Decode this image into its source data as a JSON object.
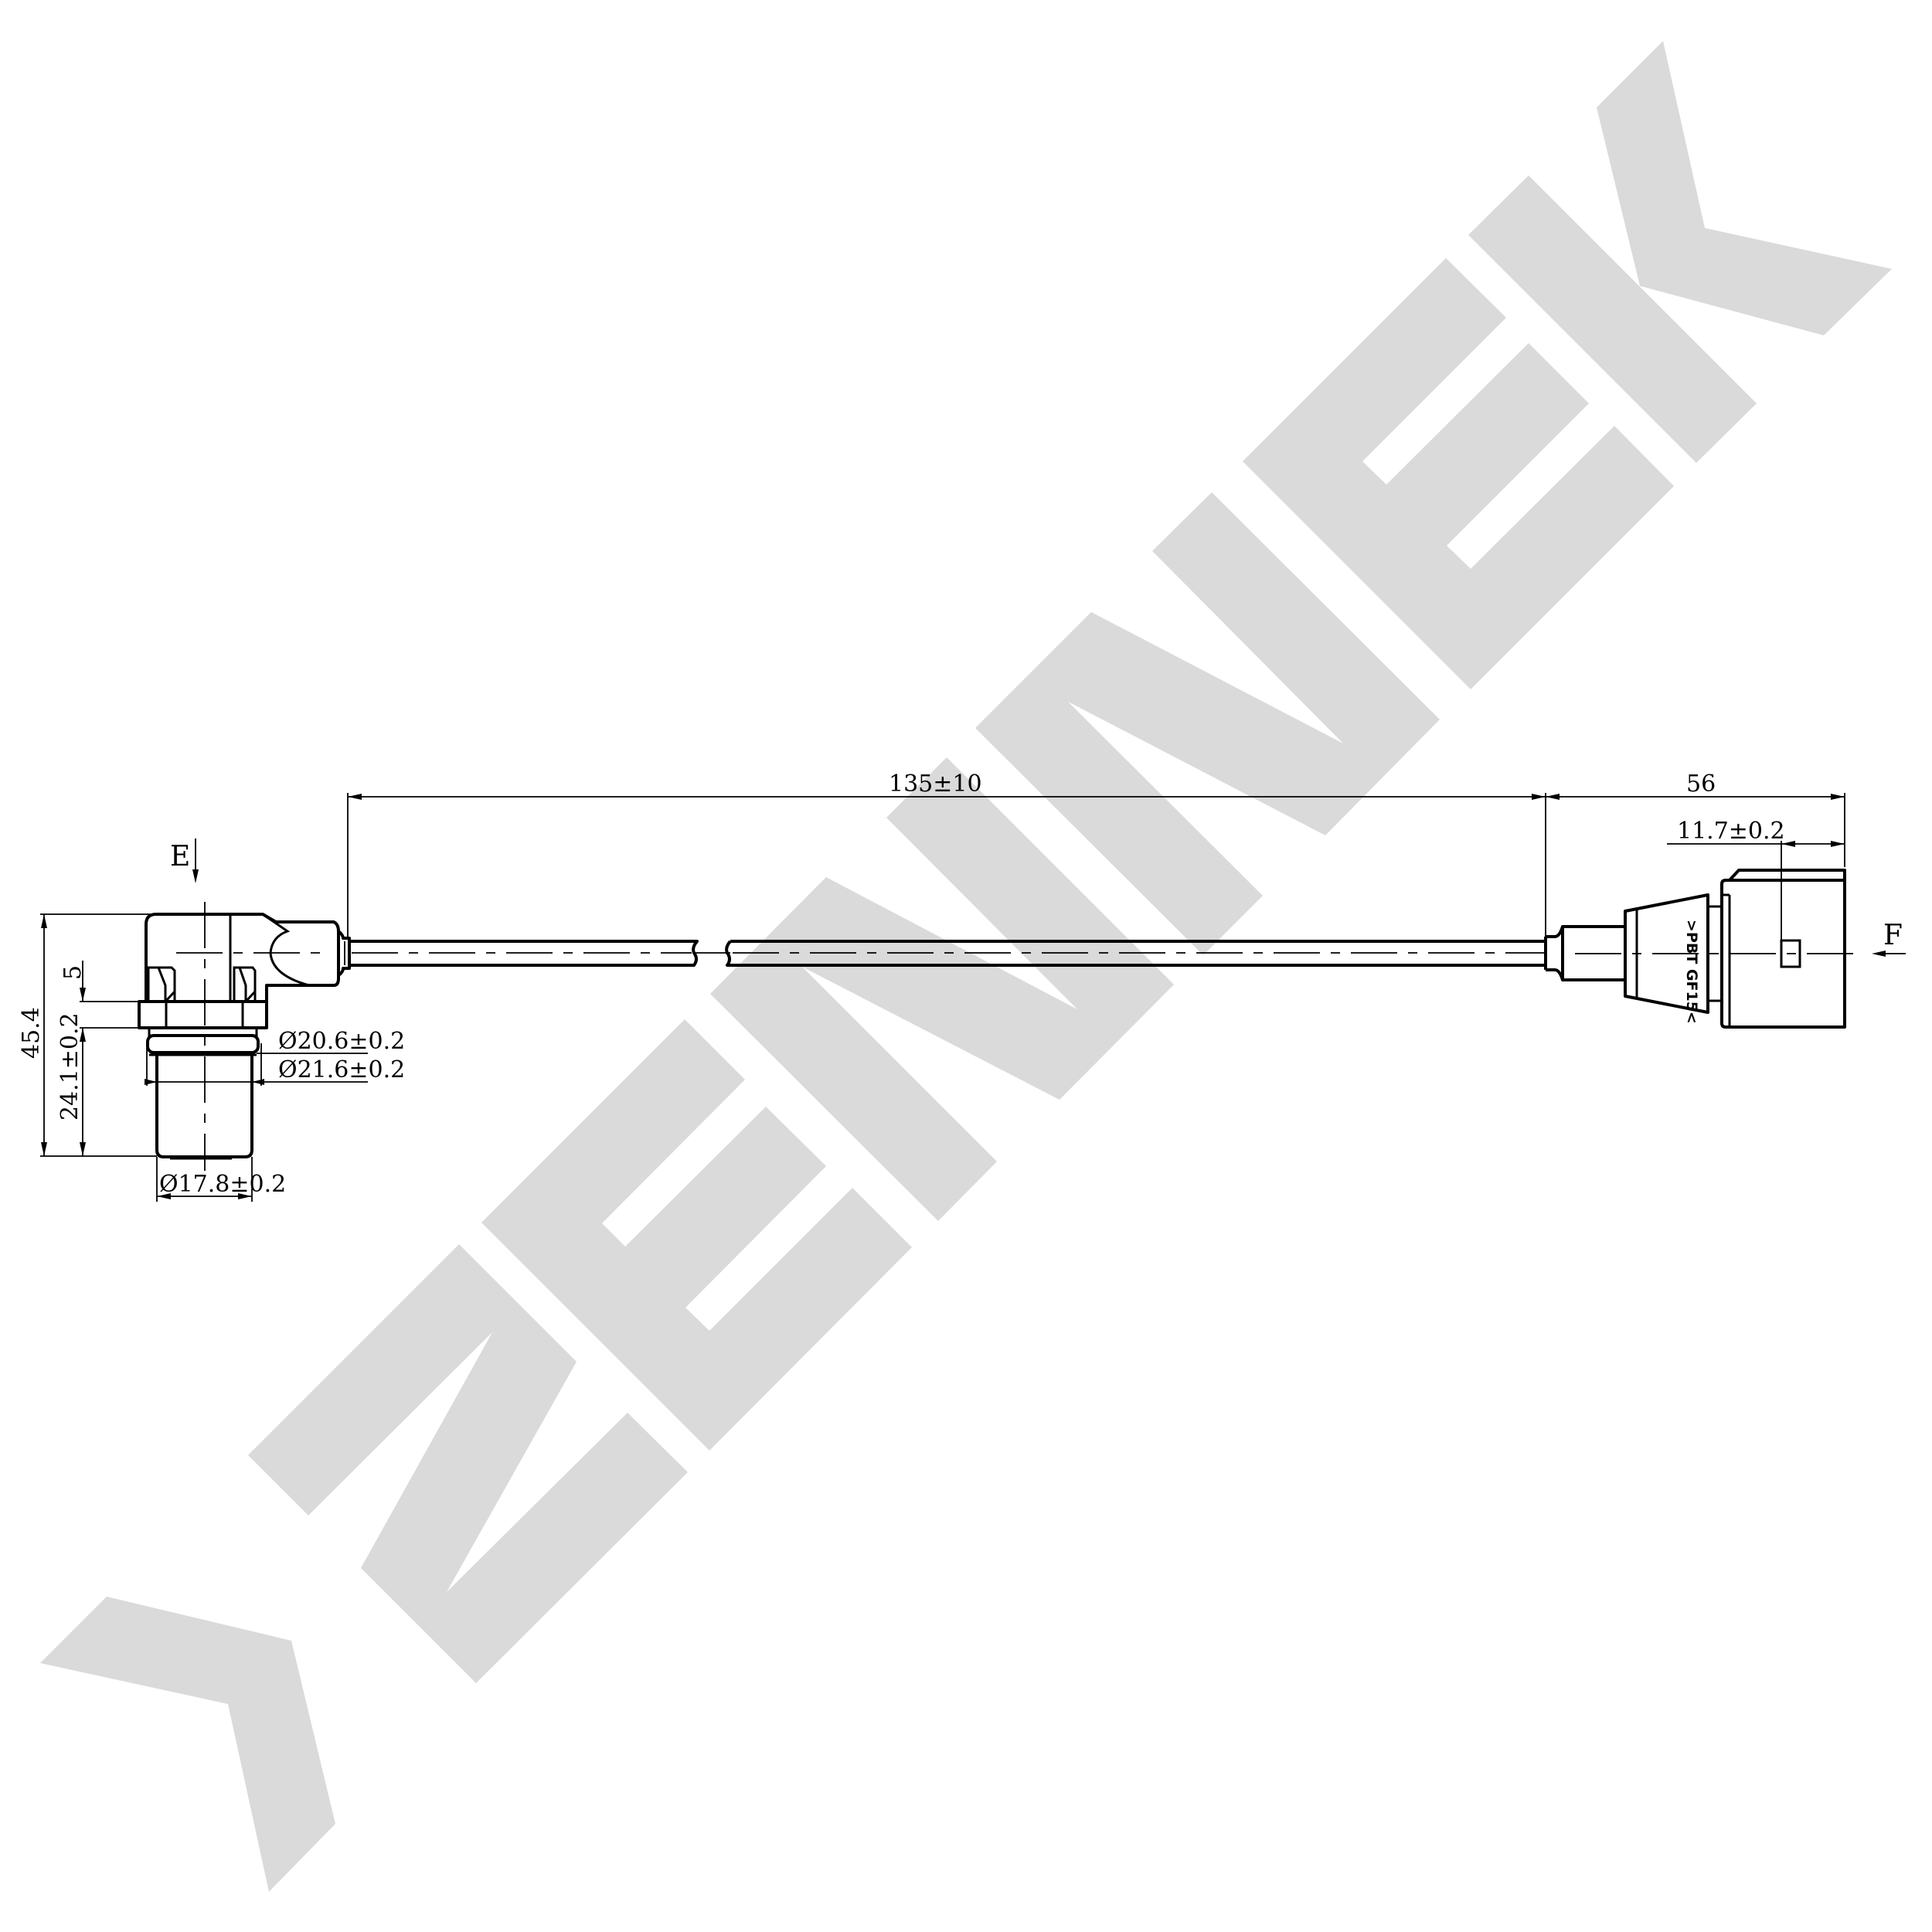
{
  "watermark": {
    "text": "ZENNEK",
    "color": "#dadada"
  },
  "views": {
    "left": {
      "label": "E",
      "label_meaning": "view-direction-arrow"
    },
    "right": {
      "label": "F",
      "label_meaning": "view-direction-arrow"
    }
  },
  "connector": {
    "material_marking": ">PBT GF15<"
  },
  "dimensions": {
    "cable_length": "135±10",
    "connector_length": "56",
    "connector_key_offset": "11.7±0.2",
    "overall_height": "45.4",
    "flange_thickness": "5",
    "probe_length": "24.1±0.2",
    "oring_diameter": "Ø20.6±0.2",
    "groove_diameter": "Ø21.6±0.2",
    "tip_diameter": "Ø17.8±0.2"
  },
  "colors": {
    "line": "#000000",
    "background": "#ffffff",
    "watermark": "#dadada"
  }
}
